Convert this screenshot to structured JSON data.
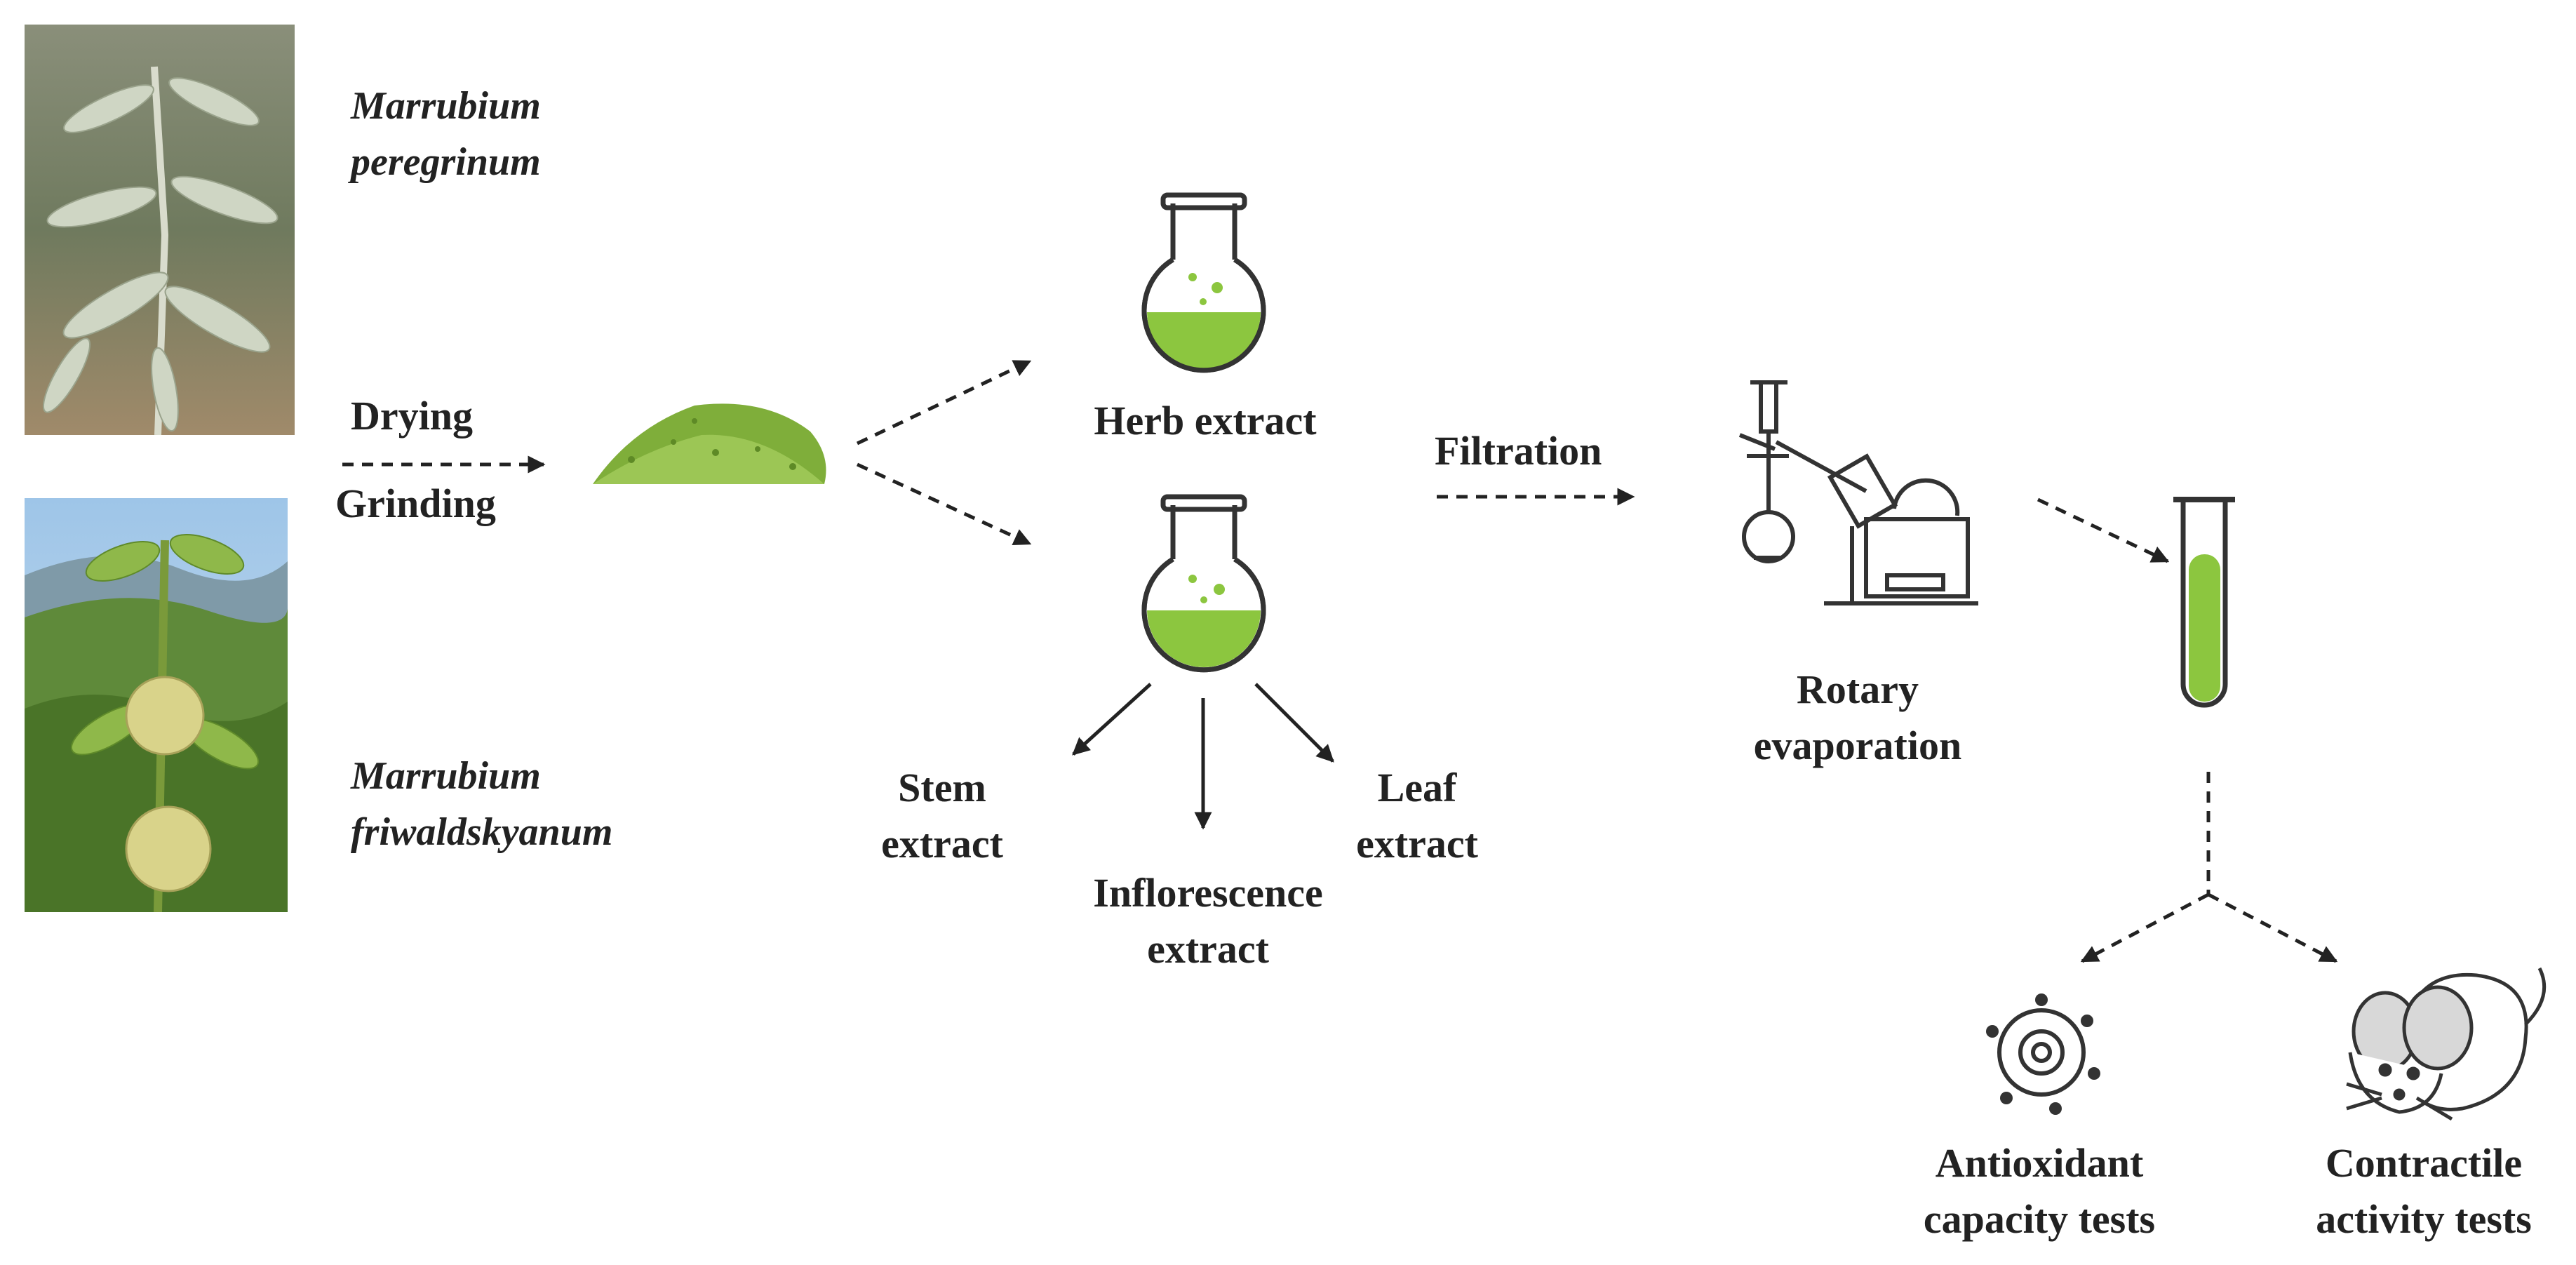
{
  "plants": [
    {
      "name_line1": "Marrubium",
      "name_line2": "peregrinum"
    },
    {
      "name_line1": "Marrubium",
      "name_line2": "friwaldskyanum"
    }
  ],
  "steps": {
    "drying": "Drying",
    "grinding": "Grinding",
    "herb_extract": "Herb extract",
    "filtration": "Filtration",
    "stem_line1": "Stem",
    "stem_line2": "extract",
    "leaf_line1": "Leaf",
    "leaf_line2": "extract",
    "inflorescence_line1": "Inflorescence",
    "inflorescence_line2": "extract",
    "rotary_line1": "Rotary",
    "rotary_line2": "evaporation",
    "antioxidant_line1": "Antioxidant",
    "antioxidant_line2": "capacity tests",
    "contractile_line1": "Contractile",
    "contractile_line2": "activity tests"
  },
  "colors": {
    "liquid_green": "#8cc63f",
    "powder_green": "#7fae3a",
    "ink": "#222222"
  }
}
